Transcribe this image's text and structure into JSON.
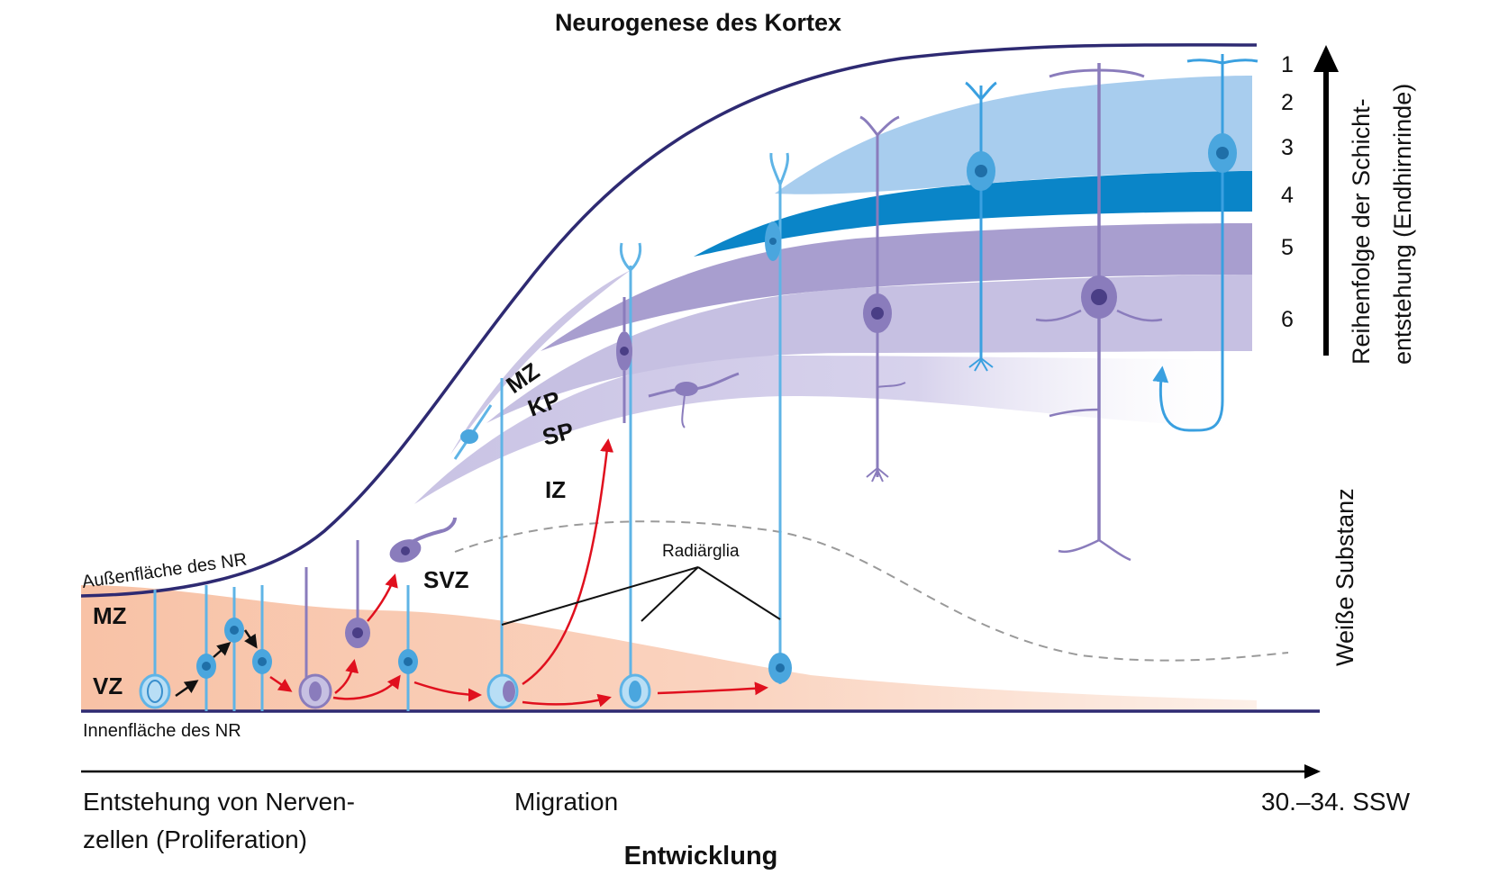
{
  "title": "Neurogenese des Kortex",
  "surfaces": {
    "outer": "Außenfläche des NR",
    "inner": "Innenfläche des NR"
  },
  "zones": {
    "mz_left": "MZ",
    "vz": "VZ",
    "svz": "SVZ",
    "iz": "IZ",
    "mz_slant": "MZ",
    "kp": "KP",
    "sp": "SP"
  },
  "radial_glia_label": "Radiärglia",
  "layers": [
    "1",
    "2",
    "3",
    "4",
    "5",
    "6"
  ],
  "right_axis": {
    "line1": "Reihenfolge der Schicht-",
    "line2": "entstehung (Endhirnrinde)"
  },
  "white_matter": "Weiße Substanz",
  "bottom": {
    "stage1_line1": "Entstehung von Nerven-",
    "stage1_line2": "zellen (Proliferation)",
    "stage2": "Migration",
    "stage3": "30.–34. SSW",
    "axis_label": "Entwicklung"
  },
  "colors": {
    "outline": "#2e2a72",
    "ventricular_fill": "#f8c5a8",
    "layer_light_blue": "#a8cdee",
    "layer4_blue": "#0a85c8",
    "layer_purple": "#a79ccd",
    "layer_light_purple": "#c7c1e3",
    "cell_blue": "#5fb4e6",
    "cell_purple": "#8a7cbc",
    "arrow_red": "#e0101e"
  }
}
